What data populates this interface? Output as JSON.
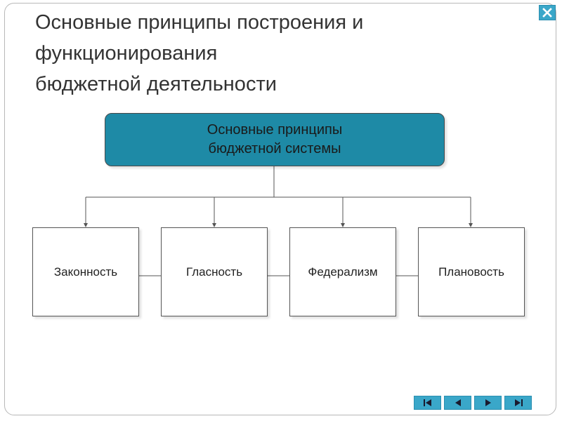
{
  "slide": {
    "title_lines": [
      "Основные принципы построения и",
      "функционирования",
      "бюджетной деятельности"
    ]
  },
  "diagram": {
    "root": {
      "label_lines": [
        "Основные принципы",
        "бюджетной системы"
      ],
      "fill_color": "#1e8aa6"
    },
    "children": [
      {
        "label": "Законность"
      },
      {
        "label": "Гласность"
      },
      {
        "label": "Федерализм"
      },
      {
        "label": "Плановость"
      }
    ]
  },
  "controls": {
    "close_icon": "close-icon",
    "nav_icons": [
      "first-slide-icon",
      "previous-slide-icon",
      "next-slide-icon",
      "last-slide-icon"
    ],
    "accent_color": "#3aa7c9"
  }
}
